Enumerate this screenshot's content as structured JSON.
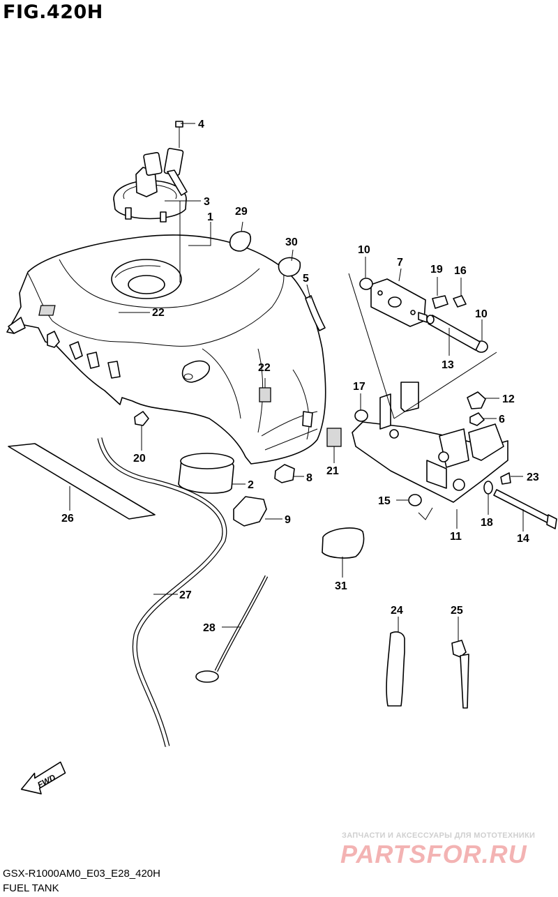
{
  "figure_title": "FIG.420H",
  "model_code": "GSX-R1000AM0_E03_E28_420H",
  "section_name": "FUEL TANK",
  "fwd_label": "FWD",
  "watermark": {
    "tagline": "ЗАПЧАСТИ И АКСЕССУАРЫ ДЛЯ МОТОТЕХНИКИ",
    "logo_text": "PARTSFOR.RU"
  },
  "callouts": [
    {
      "id": "c4",
      "label": "4"
    },
    {
      "id": "c3",
      "label": "3"
    },
    {
      "id": "c1",
      "label": "1"
    },
    {
      "id": "c29",
      "label": "29"
    },
    {
      "id": "c30",
      "label": "30"
    },
    {
      "id": "c5",
      "label": "5"
    },
    {
      "id": "c22a",
      "label": "22"
    },
    {
      "id": "c22b",
      "label": "22"
    },
    {
      "id": "c20",
      "label": "20"
    },
    {
      "id": "c2",
      "label": "2"
    },
    {
      "id": "c8",
      "label": "8"
    },
    {
      "id": "c21",
      "label": "21"
    },
    {
      "id": "c9",
      "label": "9"
    },
    {
      "id": "c26",
      "label": "26"
    },
    {
      "id": "c27",
      "label": "27"
    },
    {
      "id": "c28",
      "label": "28"
    },
    {
      "id": "c31",
      "label": "31"
    },
    {
      "id": "c10a",
      "label": "10"
    },
    {
      "id": "c7",
      "label": "7"
    },
    {
      "id": "c19",
      "label": "19"
    },
    {
      "id": "c16",
      "label": "16"
    },
    {
      "id": "c10b",
      "label": "10"
    },
    {
      "id": "c13",
      "label": "13"
    },
    {
      "id": "c17",
      "label": "17"
    },
    {
      "id": "c12",
      "label": "12"
    },
    {
      "id": "c6",
      "label": "6"
    },
    {
      "id": "c23",
      "label": "23"
    },
    {
      "id": "c15",
      "label": "15"
    },
    {
      "id": "c11",
      "label": "11"
    },
    {
      "id": "c18",
      "label": "18"
    },
    {
      "id": "c14",
      "label": "14"
    },
    {
      "id": "c24",
      "label": "24"
    },
    {
      "id": "c25",
      "label": "25"
    }
  ]
}
